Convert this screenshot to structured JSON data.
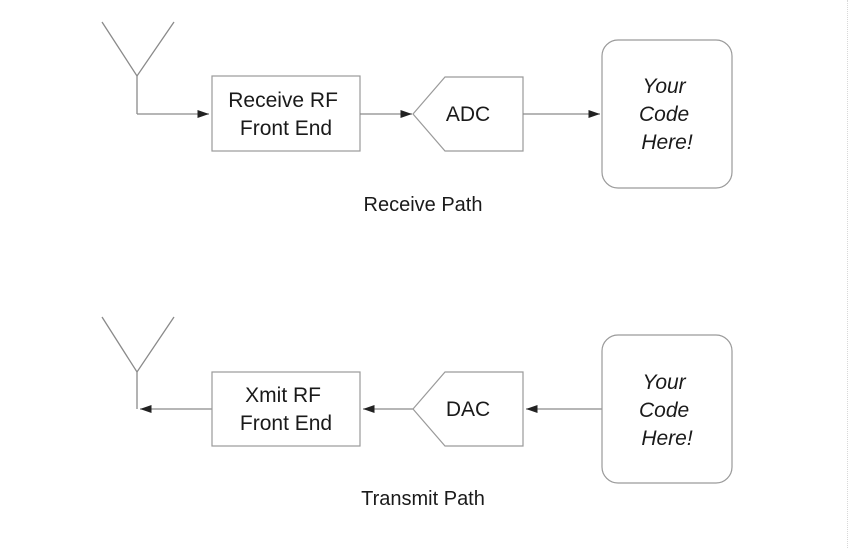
{
  "receive_path": {
    "caption": "Receive Path",
    "rf_front_end": [
      "Receive RF",
      "Front End"
    ],
    "converter": "ADC",
    "code_block": [
      "Your",
      "Code",
      "Here!"
    ]
  },
  "transmit_path": {
    "caption": "Transmit Path",
    "rf_front_end": [
      "Xmit RF",
      "Front End"
    ],
    "converter": "DAC",
    "code_block": [
      "Your",
      "Code",
      "Here!"
    ]
  }
}
